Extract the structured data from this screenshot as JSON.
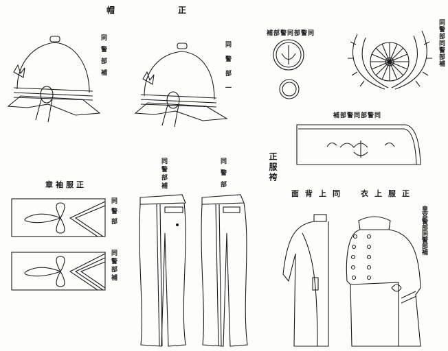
{
  "page_title": "帽　正",
  "helmets": [
    {
      "label": "同警部補"
    },
    {
      "label": "同警部一"
    }
  ],
  "badges": {
    "label": "補部警同部警同"
  },
  "wreath": {
    "label": "同警部同警部補"
  },
  "collar": {
    "label": "補部警同部警同"
  },
  "trousers_section": {
    "title": "正服袴",
    "items": [
      {
        "label": "同警部補"
      },
      {
        "label": "同警部"
      }
    ]
  },
  "cuffs_section": {
    "title": "章袖服正",
    "items": [
      {
        "label": "同警部"
      },
      {
        "label": "同警部補"
      }
    ]
  },
  "coat_back": {
    "title": "面背上同"
  },
  "coat_front": {
    "title": "衣上服正",
    "label": "皇宮警部同警部補"
  }
}
